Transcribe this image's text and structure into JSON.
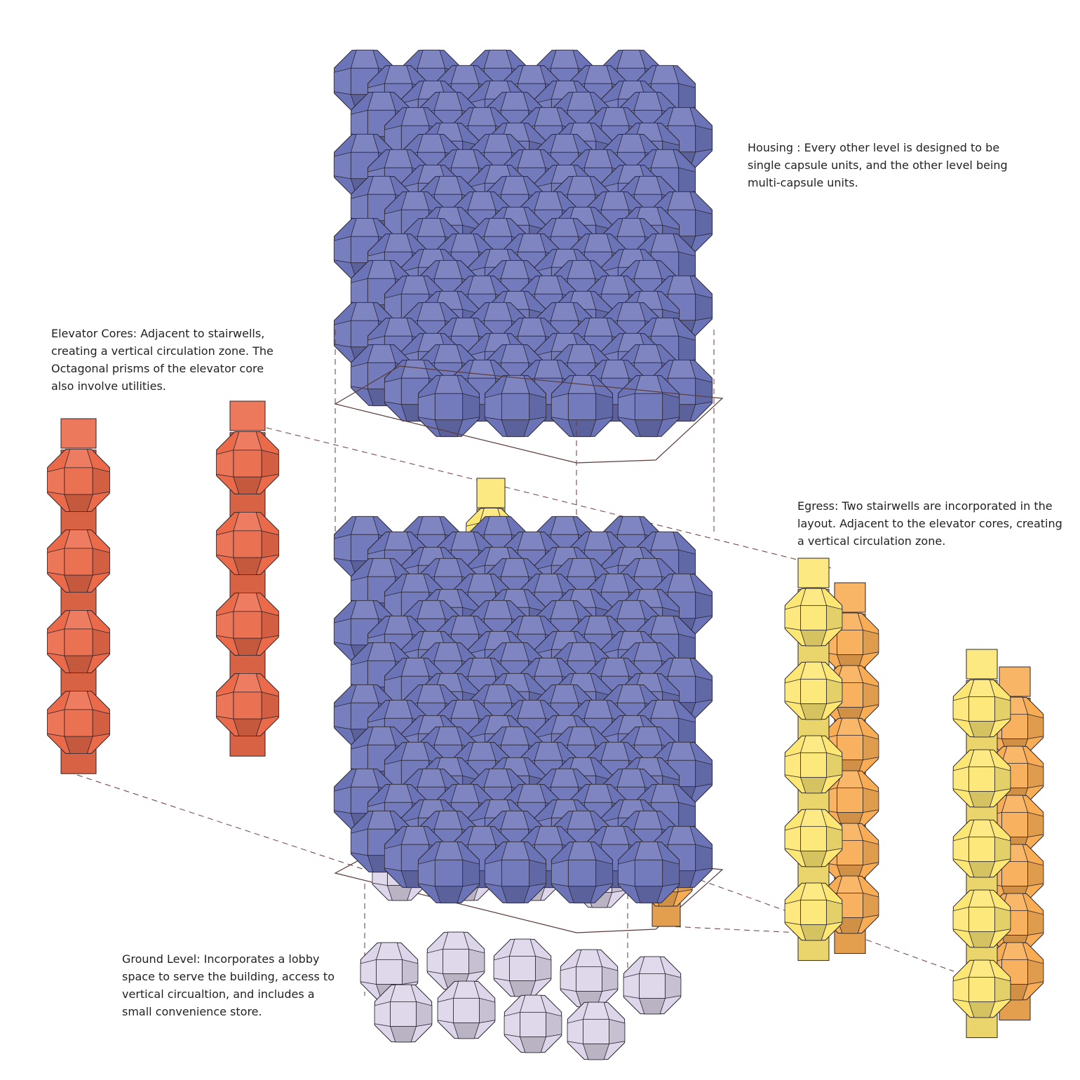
{
  "colors": {
    "housing": "#6c74b8",
    "elevator": "#ea6a4a",
    "egress_light": "#fde774",
    "egress_dark": "#f8ad55",
    "ground": "#ddd5e9",
    "outline": "#2a2630"
  },
  "annotations": {
    "housing": "Housing : Every other level is designed to be single capsule units, and the other level being multi-capsule units.",
    "elevator": "Elevator Cores: Adjacent to stairwells, creating a vertical circulation zone. The Octagonal prisms of the elevator core also involve utilities.",
    "egress": "Egress: Two stairwells are incorporated in the layout. Adjacent to the elevator cores, creating a vertical circulation zone.",
    "ground": "Ground Level: Incorporates a lobby space to serve the building, access to vertical circualtion, and includes a small convenience store."
  }
}
